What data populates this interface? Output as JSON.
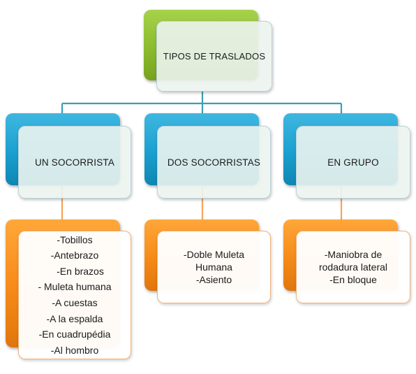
{
  "diagram": {
    "root": {
      "label": "TIPOS DE TRASLADOS"
    },
    "categories": [
      {
        "label": "UN SOCORRISTA",
        "items": [
          "-Tobillos",
          "-Antebrazo",
          "-En brazos",
          "- Muleta humana",
          "-A cuestas",
          "-A la espalda",
          "-En cuadrupédia",
          "-Al hombro"
        ]
      },
      {
        "label": "DOS SOCORRISTAS",
        "items": [
          "-Doble Muleta",
          "Humana",
          "-Asiento"
        ]
      },
      {
        "label": "EN GRUPO",
        "items": [
          "-Maniobra de",
          "rodadura lateral",
          "-En bloque"
        ]
      }
    ],
    "colors": {
      "root": "#8cbb2e",
      "category": "#1aa0cf",
      "detail": "#f68a18",
      "connector_top": "#3a9fb5",
      "connector_bottom": "#f7a35c"
    }
  }
}
